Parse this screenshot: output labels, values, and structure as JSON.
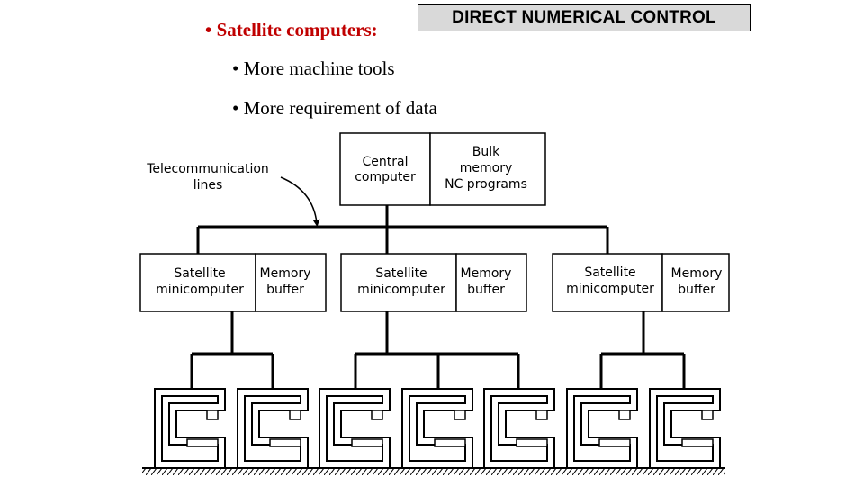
{
  "title": "DIRECT NUMERICAL CONTROL",
  "bullets": {
    "main": "Satellite computers:",
    "sub1": "More machine tools",
    "sub2": "More requirement of data"
  },
  "bullet_glyph": "•",
  "diagram": {
    "callout_line1": "Telecommunication",
    "callout_line2": "lines",
    "central_line1": "Central",
    "central_line2": "computer",
    "bulk_line1": "Bulk",
    "bulk_line2": "memory",
    "bulk_line3": "NC programs",
    "satellites": [
      {
        "name1": "Satellite",
        "name2": "minicomputer",
        "buf1": "Memory",
        "buf2": "buffer",
        "machines": 2
      },
      {
        "name1": "Satellite",
        "name2": "minicomputer",
        "buf1": "Memory",
        "buf2": "buffer",
        "machines": 3
      },
      {
        "name1": "Satellite",
        "name2": "minicomputer",
        "buf1": "Memory",
        "buf2": "buffer",
        "machines": 2
      }
    ]
  },
  "colors": {
    "accent": "#c00000",
    "title_bg": "#d9d9d9"
  }
}
